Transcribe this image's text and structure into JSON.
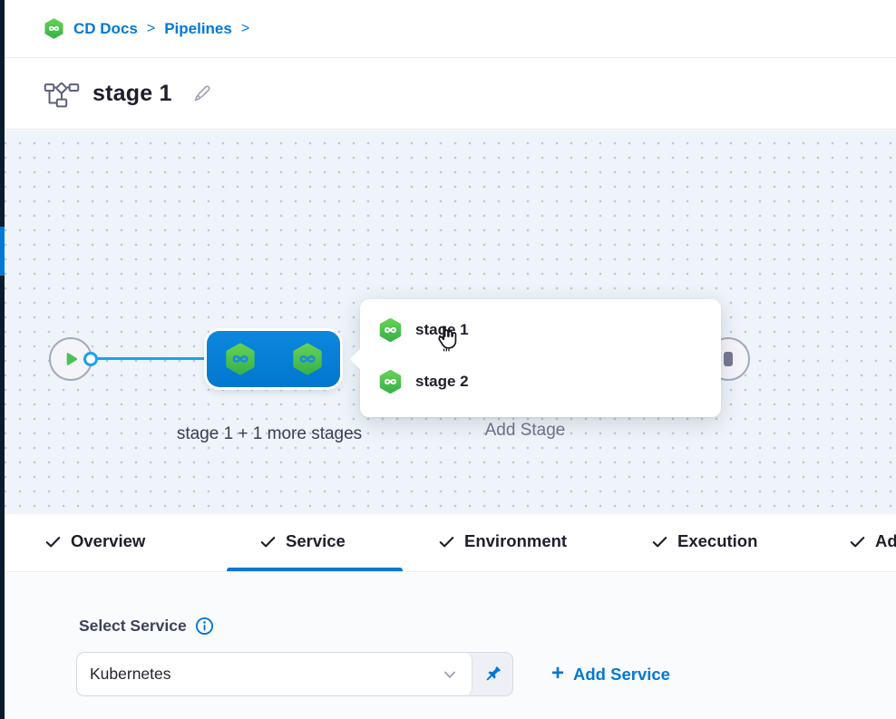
{
  "breadcrumb": {
    "items": [
      {
        "label": "CD Docs"
      },
      {
        "label": "Pipelines"
      }
    ],
    "separator": ">"
  },
  "header": {
    "title": "stage 1"
  },
  "canvas": {
    "stage_group_label": "stage 1 + 1 more stages",
    "add_stage_label": "Add Stage",
    "popup_items": [
      {
        "label": "stage 1"
      },
      {
        "label": "stage 2"
      }
    ]
  },
  "tabs": [
    {
      "label": "Overview"
    },
    {
      "label": "Service"
    },
    {
      "label": "Environment"
    },
    {
      "label": "Execution"
    },
    {
      "label": "Advanced"
    }
  ],
  "service": {
    "label": "Select Service",
    "selected_value": "Kubernetes",
    "add_icon": "+",
    "add_service_label": "Add Service"
  },
  "colors": {
    "primary_blue": "#0278d5",
    "edge_blue": "#18a3f0",
    "node_blue": "#0a84da",
    "logo_green": "#43bb4e",
    "canvas_bg": "#eef4f9",
    "rail_dark": "#0a1b2e",
    "text_dark": "#1e1e2c",
    "text_muted": "#70738a"
  }
}
